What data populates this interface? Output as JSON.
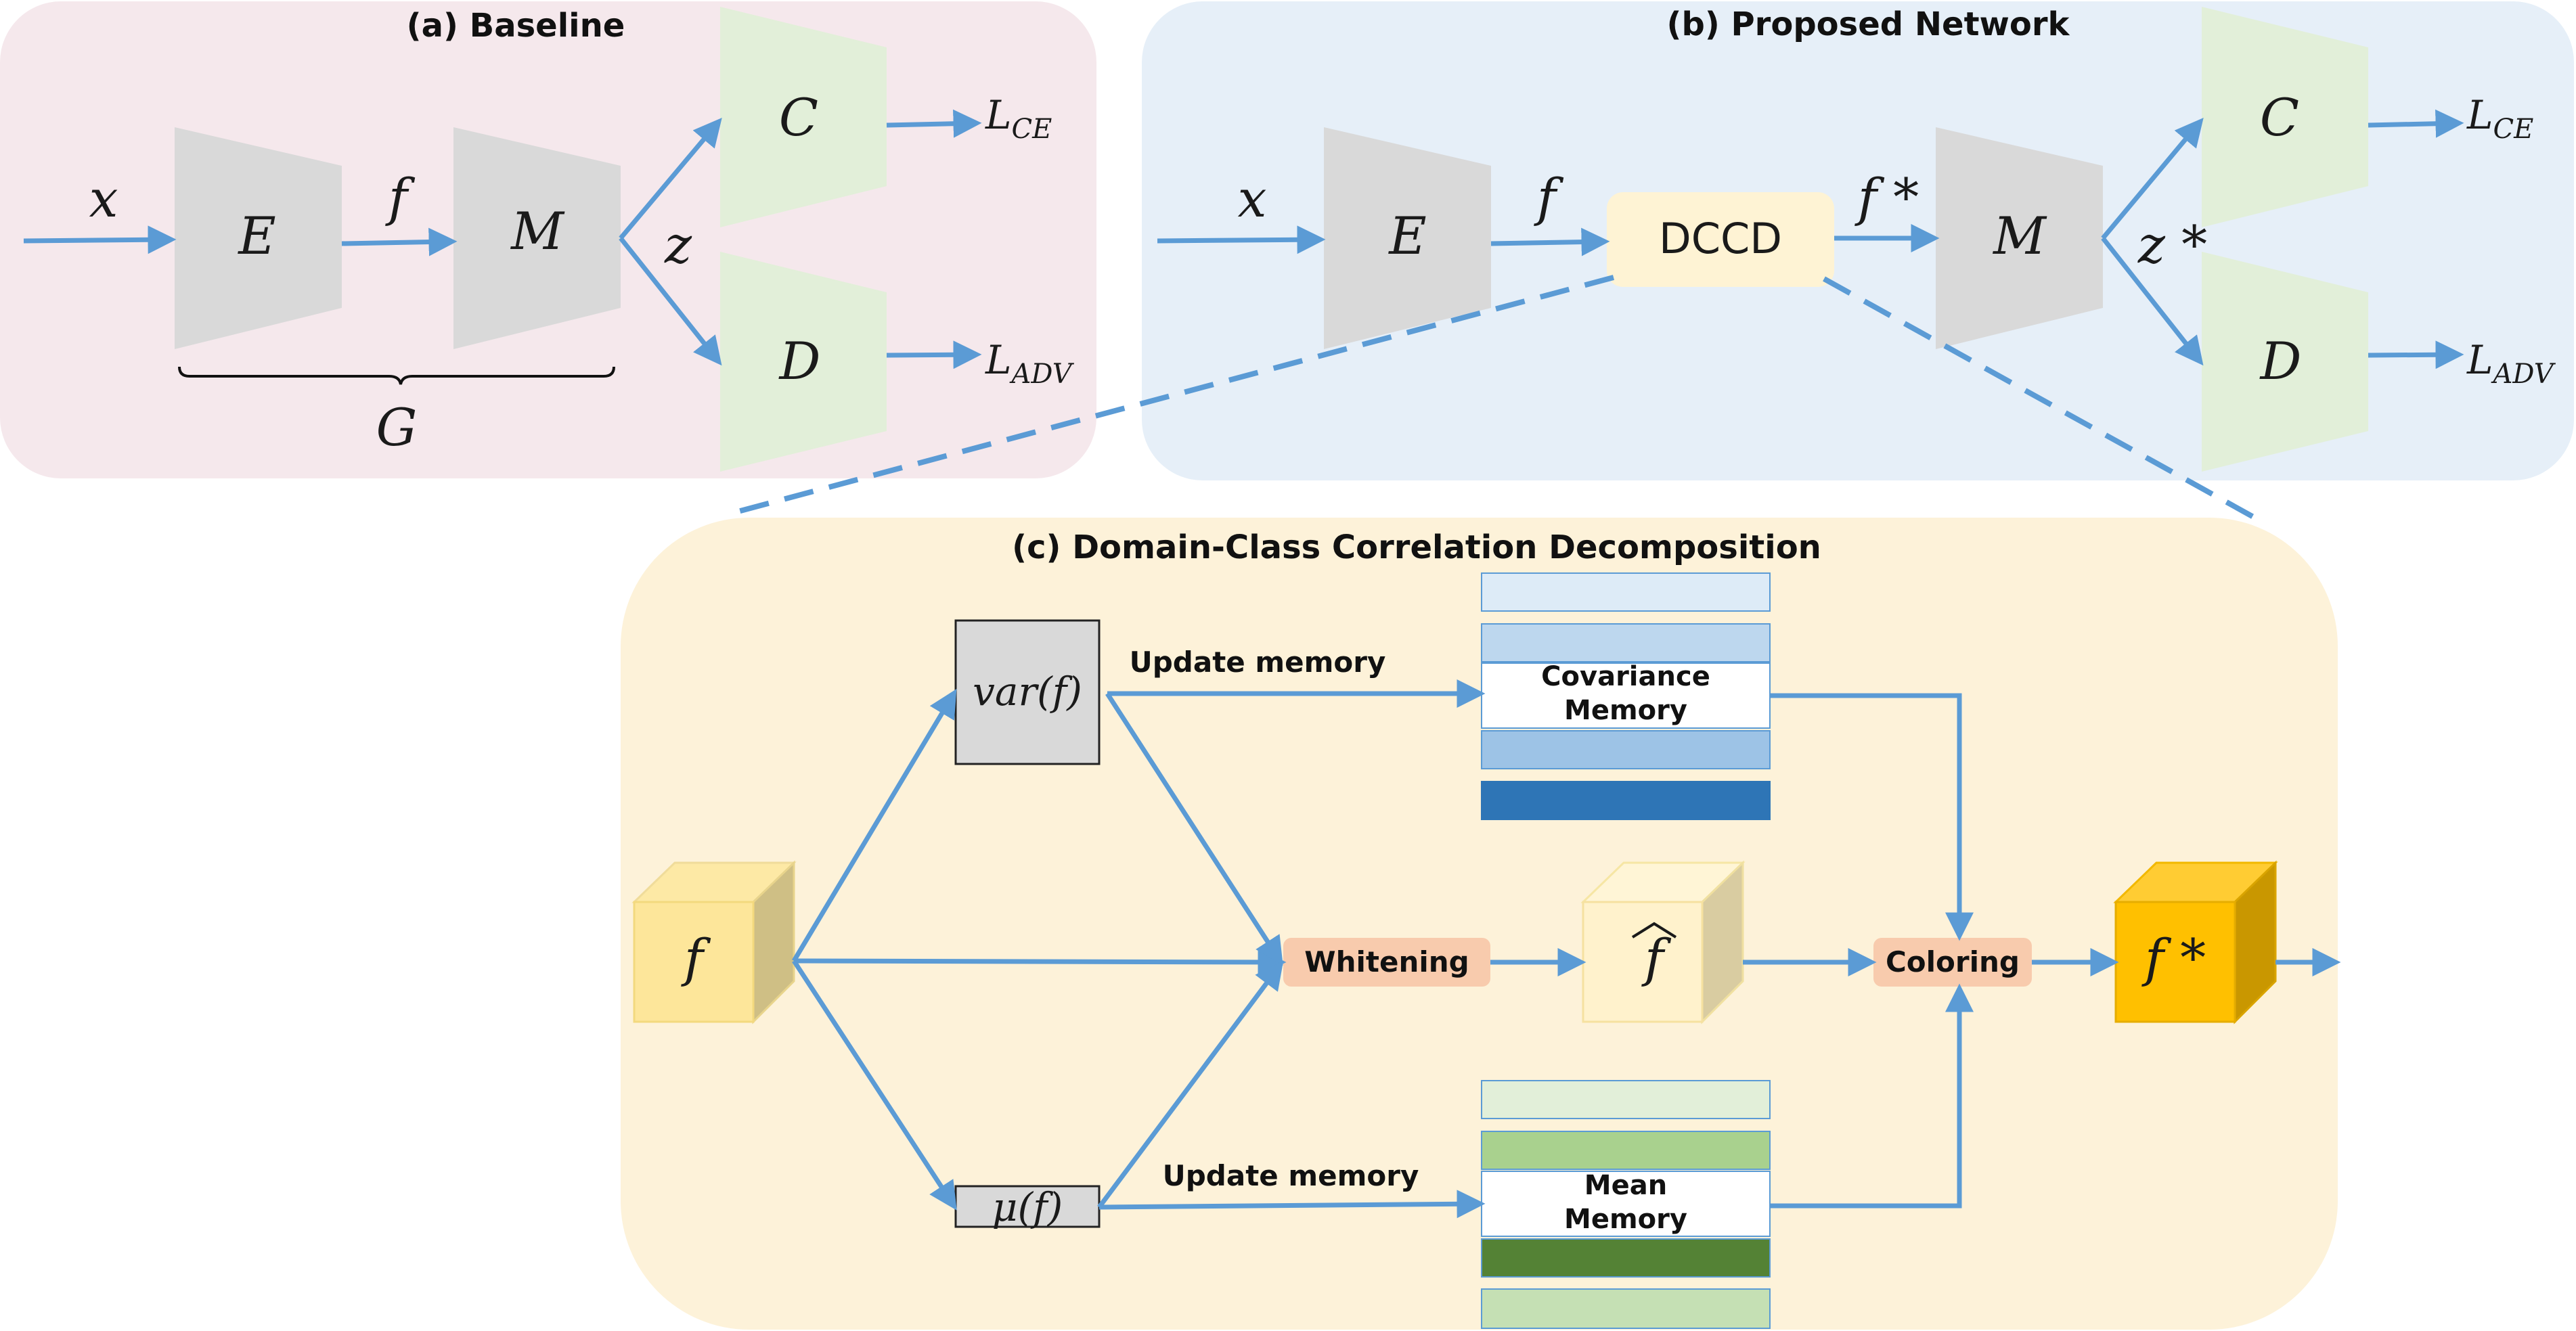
{
  "panels": {
    "baseline_title": "(a) Baseline",
    "proposed_title": "(b) Proposed Network",
    "dccd_title": "(c) Domain-Class Correlation Decomposition"
  },
  "baseline": {
    "input": "x",
    "encoder": "E",
    "feature": "f",
    "mapper": "M",
    "latent": "z",
    "classifier": "C",
    "discriminator": "D",
    "generator": "G",
    "loss_ce": "L",
    "loss_ce_sub": "CE",
    "loss_adv": "L",
    "loss_adv_sub": "ADV"
  },
  "proposed": {
    "input": "x",
    "encoder": "E",
    "feature": "f",
    "module": "DCCD",
    "feature_star": "f *",
    "mapper": "M",
    "latent": "z *",
    "classifier": "C",
    "discriminator": "D",
    "loss_ce": "L",
    "loss_ce_sub": "CE",
    "loss_adv": "L",
    "loss_adv_sub": "ADV"
  },
  "dccd": {
    "input_cube": "f",
    "variance": "var(f)",
    "mean": "μ(f)",
    "update_memory_top": "Update memory",
    "update_memory_bottom": "Update memory",
    "covariance_memory_line1": "Covariance",
    "covariance_memory_line2": "Memory",
    "mean_memory_line1": "Mean",
    "mean_memory_line2": "Memory",
    "whitening": "Whitening",
    "whitened_feature": "f",
    "coloring": "Coloring",
    "output_cube": "f *"
  },
  "colors": {
    "arrow": "#5b9bd5",
    "panel_a_bg": "#f5e8ec",
    "panel_b_bg": "#e6eff8",
    "panel_c_bg": "#fdf2d9",
    "trapezoid_gray": "#d9d9d9",
    "trapezoid_green": "#e2efd9",
    "dccd_box": "#fef3d4",
    "op_box": "#f8cbad",
    "cube_input": "#fde69a",
    "cube_whitened": "#fff2cc",
    "cube_output": "#ffc000",
    "cov_dark": "#2e75b6",
    "mean_dark": "#548235"
  }
}
